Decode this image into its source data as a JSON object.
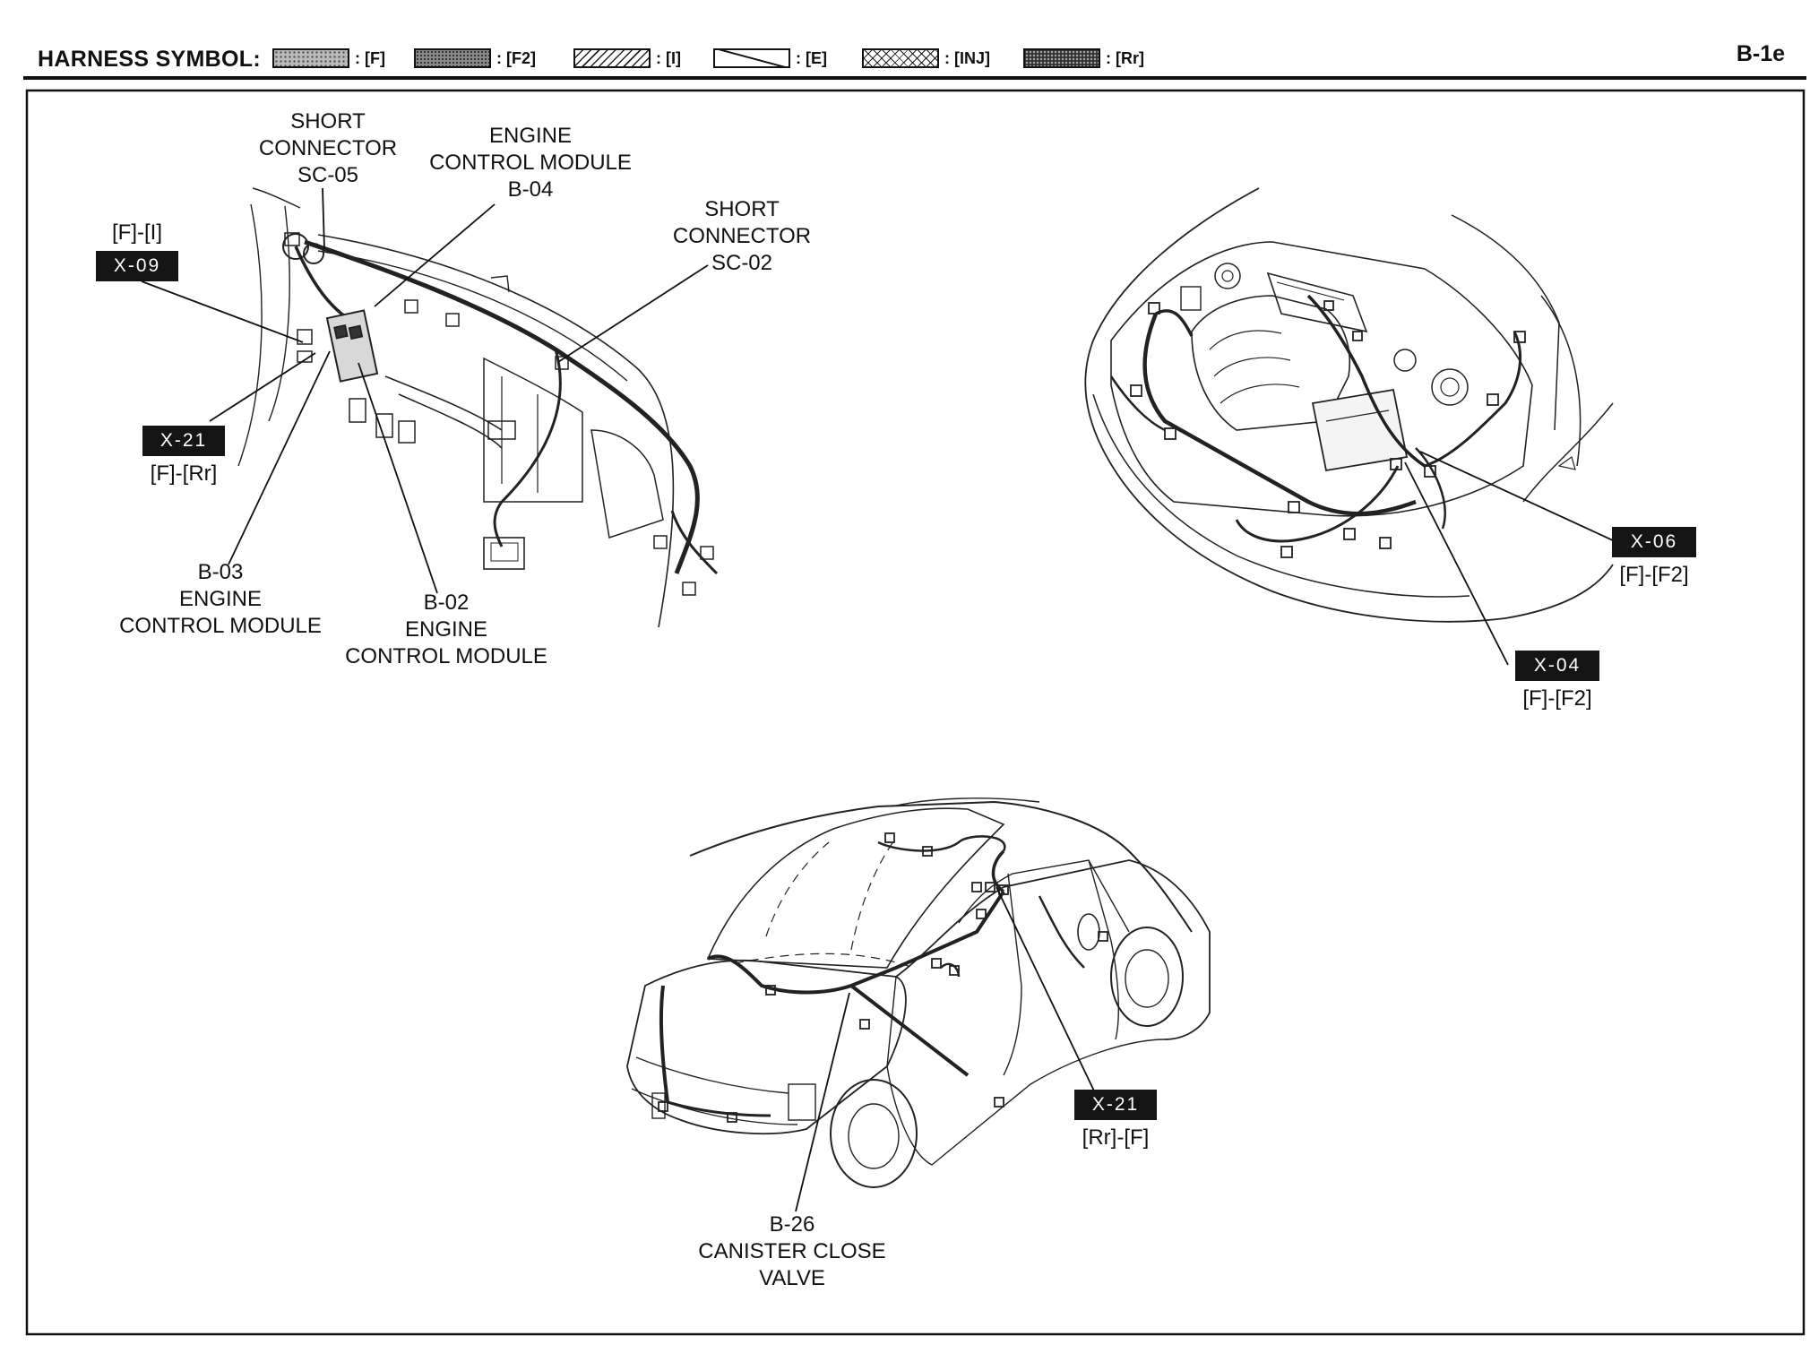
{
  "header": {
    "title": "HARNESS SYMBOL:",
    "page_id": "B-1e",
    "legend": [
      {
        "code": ": [F]",
        "pattern": "dotted-light"
      },
      {
        "code": ": [F2]",
        "pattern": "dotted-dark"
      },
      {
        "code": ": [I]",
        "pattern": "hatched"
      },
      {
        "code": ": [E]",
        "pattern": "diagonal"
      },
      {
        "code": ": [INJ]",
        "pattern": "crosshatch"
      },
      {
        "code": ": [Rr]",
        "pattern": "dotted-black"
      }
    ]
  },
  "dash_view": {
    "short_connector_sc05": [
      "SHORT",
      "CONNECTOR",
      "SC-05"
    ],
    "ecm_b04": [
      "ENGINE",
      "CONTROL MODULE",
      "B-04"
    ],
    "short_connector_sc02": [
      "SHORT",
      "CONNECTOR",
      "SC-02"
    ],
    "x09": {
      "tag": "X-09",
      "sub": "[F]-[I]"
    },
    "x21": {
      "tag": "X-21",
      "sub": "[F]-[Rr]"
    },
    "ecm_b03": [
      "B-03",
      "ENGINE",
      "CONTROL MODULE"
    ],
    "ecm_b02": [
      "B-02",
      "ENGINE",
      "CONTROL MODULE"
    ]
  },
  "engine_view": {
    "x06": {
      "tag": "X-06",
      "sub": "[F]-[F2]"
    },
    "x04": {
      "tag": "X-04",
      "sub": "[F]-[F2]"
    }
  },
  "car_view": {
    "x21": {
      "tag": "X-21",
      "sub": "[Rr]-[F]"
    },
    "b26": [
      "B-26",
      "CANISTER CLOSE",
      "VALVE"
    ]
  },
  "colors": {
    "ink": "#111111",
    "tag_bg": "#141414",
    "tag_fg": "#ffffff"
  }
}
